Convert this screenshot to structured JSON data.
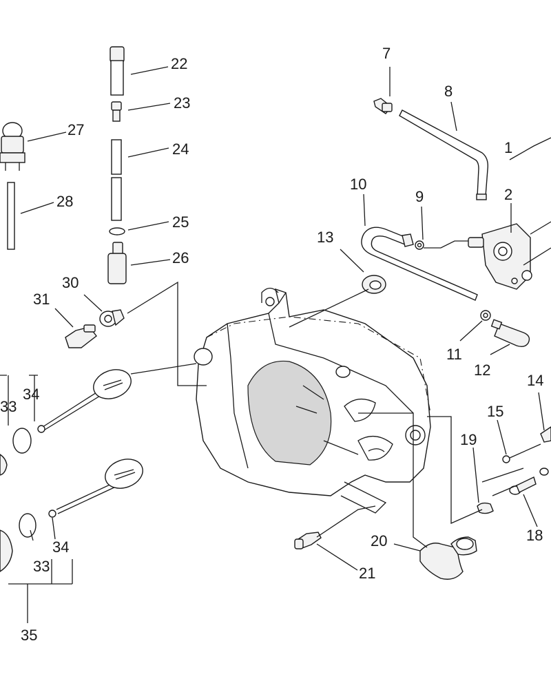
{
  "diagram": {
    "callouts": [
      {
        "id": "c1",
        "text": "1"
      },
      {
        "id": "c2",
        "text": "2"
      },
      {
        "id": "c7",
        "text": "7"
      },
      {
        "id": "c8",
        "text": "8"
      },
      {
        "id": "c9",
        "text": "9"
      },
      {
        "id": "c10",
        "text": "10"
      },
      {
        "id": "c11",
        "text": "11"
      },
      {
        "id": "c12",
        "text": "12"
      },
      {
        "id": "c13",
        "text": "13"
      },
      {
        "id": "c14",
        "text": "14"
      },
      {
        "id": "c15",
        "text": "15"
      },
      {
        "id": "c18",
        "text": "18"
      },
      {
        "id": "c19",
        "text": "19"
      },
      {
        "id": "c20",
        "text": "20"
      },
      {
        "id": "c21",
        "text": "21"
      },
      {
        "id": "c22",
        "text": "22"
      },
      {
        "id": "c23",
        "text": "23"
      },
      {
        "id": "c24",
        "text": "24"
      },
      {
        "id": "c25",
        "text": "25"
      },
      {
        "id": "c26",
        "text": "26"
      },
      {
        "id": "c27",
        "text": "27"
      },
      {
        "id": "c28",
        "text": "28"
      },
      {
        "id": "c30",
        "text": "30"
      },
      {
        "id": "c31",
        "text": "31"
      },
      {
        "id": "c33a",
        "text": "33"
      },
      {
        "id": "c34a",
        "text": "34"
      },
      {
        "id": "c33b",
        "text": "33"
      },
      {
        "id": "c34b",
        "text": "34"
      },
      {
        "id": "c35",
        "text": "35"
      }
    ],
    "parts": [
      {
        "name": "crankcase-housing-part"
      },
      {
        "name": "oil-pump-part"
      },
      {
        "name": "fuel-line-part"
      },
      {
        "name": "primer-bulb-part"
      },
      {
        "name": "fuel-pickup-tube-part"
      },
      {
        "name": "fuel-filter-part"
      },
      {
        "name": "tank-cap-part"
      },
      {
        "name": "elbow-fitting-part"
      }
    ]
  }
}
